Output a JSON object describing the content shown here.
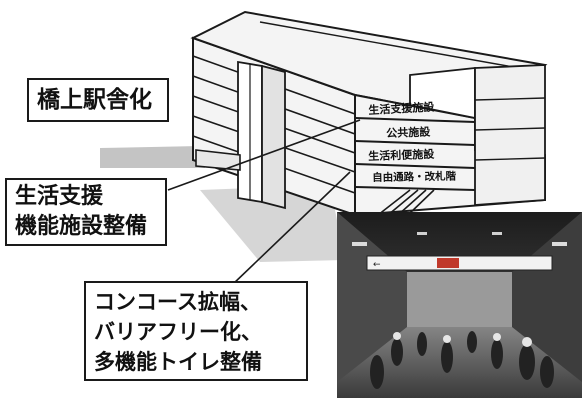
{
  "callouts": {
    "station": "橋上駅舎化",
    "support_line1": "生活支援",
    "support_line2": "機能施設整備",
    "concourse_line1": "コンコース拡幅、",
    "concourse_line2": "バリアフリー化、",
    "concourse_line3": "多機能トイレ整備"
  },
  "floors": {
    "floor1": "生活支援施設",
    "floor2": "公共施設",
    "floor3": "生活利便施設",
    "floor4": "自由通路・改札階"
  },
  "photo": {
    "sign_text": "←"
  },
  "colors": {
    "line": "#1a1a1a",
    "building_face": "#f4f4f4",
    "shadow": "#bdbdbd",
    "photo_dark": "#2e2e2e"
  }
}
